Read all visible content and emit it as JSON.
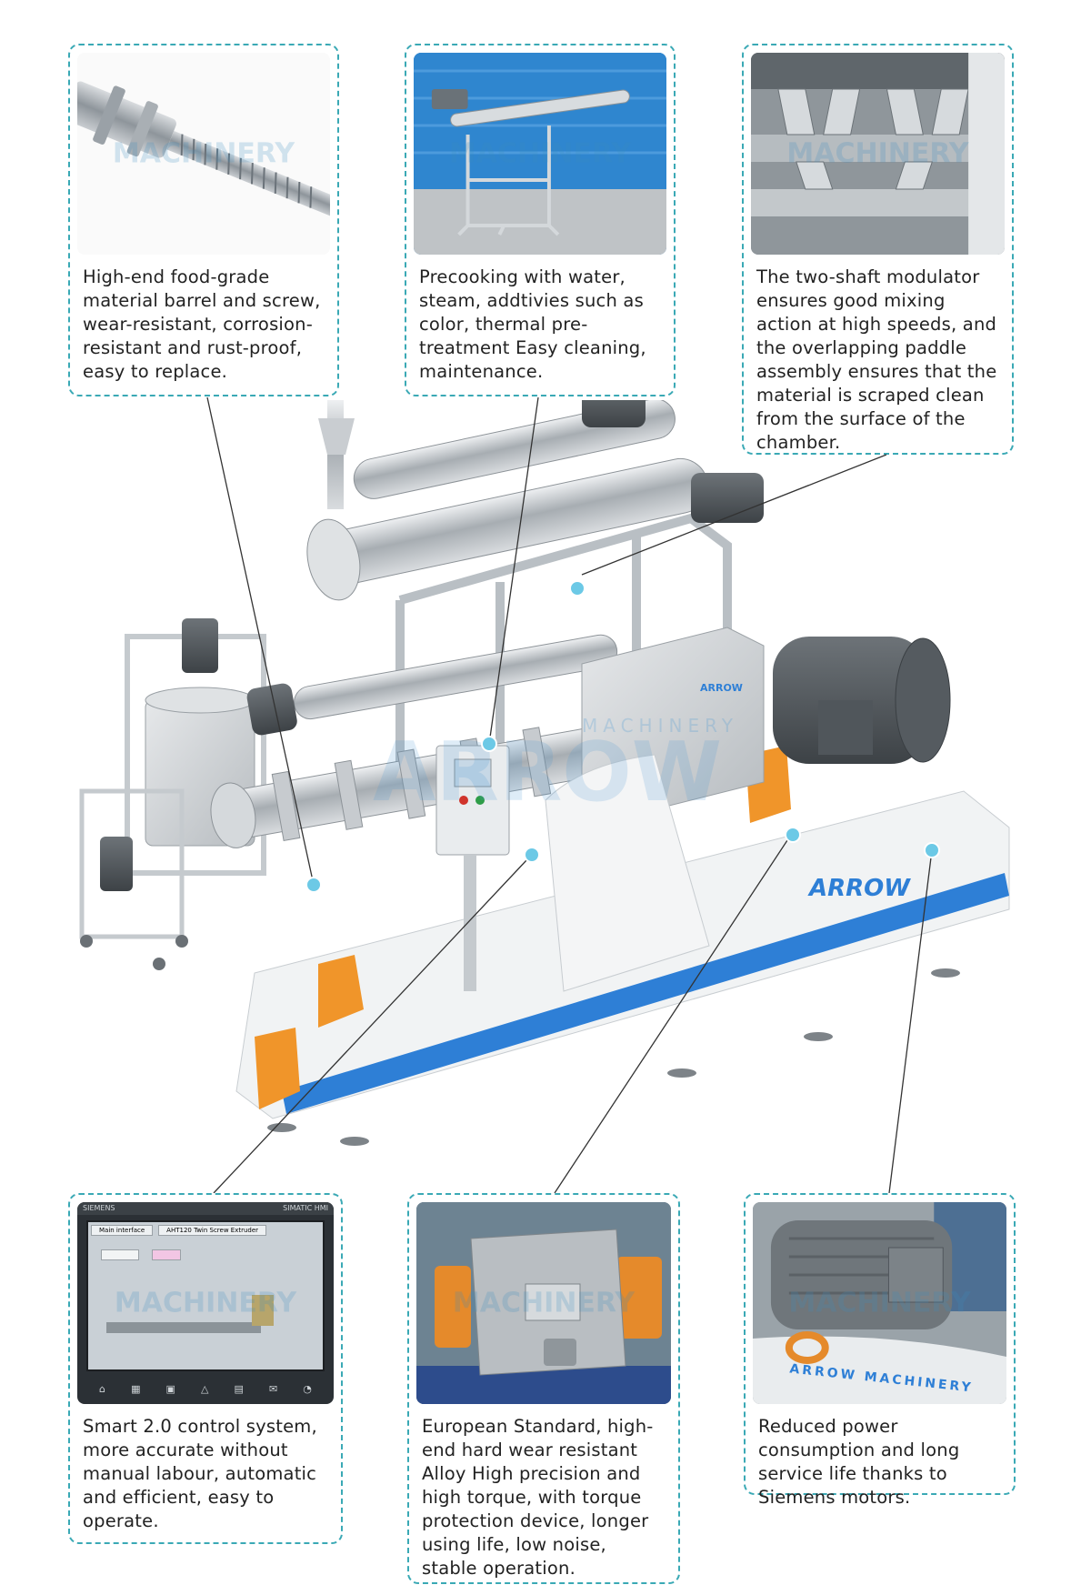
{
  "features": [
    {
      "id": "barrel-screw",
      "caption": "High-end food-grade material barrel and screw, wear-resistant, corrosion-resistant and rust-proof, easy to replace.",
      "watermark": "MACHINERY"
    },
    {
      "id": "precooking",
      "caption": "Precooking with water, steam, addtivies such as color, thermal pre-treatment Easy cleaning, maintenance.",
      "watermark": "MACHINERY"
    },
    {
      "id": "modulator",
      "caption": "The two-shaft modulator ensures good mixing action at high speeds, and the overlapping paddle assembly ensures that the material is scraped clean from the surface of the chamber.",
      "watermark": "MACHINERY"
    },
    {
      "id": "control-system",
      "caption": "Smart 2.0 control system, more accurate without manual labour, automatic and efficient, easy to operate.",
      "watermark": "MACHINERY"
    },
    {
      "id": "gearbox",
      "caption": "European Standard, high-end hard wear resistant Alloy High precision and high torque, with torque protection device, longer using life, low noise, stable operation.",
      "watermark": "MACHINERY"
    },
    {
      "id": "motor",
      "caption": "Reduced power consumption and long service life thanks to Siemens motors.",
      "watermark": "MACHINERY"
    }
  ],
  "hmi": {
    "brand": "SIEMENS",
    "model": "SIMATIC HMI",
    "title": "Main interface",
    "machine": "AHT120 Twin Screw Extruder"
  },
  "machine": {
    "logo": "ARROW",
    "watermark_big": "ARROW",
    "watermark_small": "MACHINERY",
    "motor_label": "ARROW MACHINERY"
  },
  "colors": {
    "accent": "#3aa9b5",
    "dot": "#6cc9e6",
    "orange": "#f0952a",
    "blue_stripe": "#2e7fd6"
  }
}
